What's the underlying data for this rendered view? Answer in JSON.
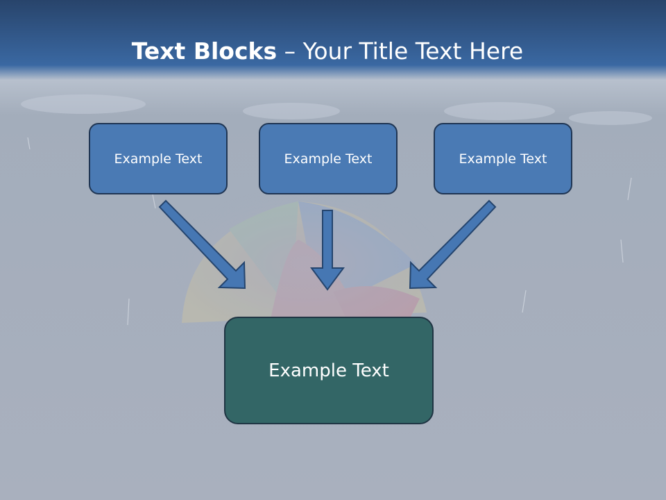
{
  "slide": {
    "title_bold": "Text Blocks",
    "title_rest": " – Your Title Text Here"
  },
  "blocks": [
    {
      "text": "Example Text"
    },
    {
      "text": "Example Text"
    },
    {
      "text": "Example Text"
    }
  ],
  "target_block": {
    "text": "Example Text"
  },
  "colors": {
    "header_blue": "#3c6aa4",
    "block_fill": "#4a7ab4",
    "target_fill": "#336666",
    "arrow_fill": "#4677b3"
  }
}
